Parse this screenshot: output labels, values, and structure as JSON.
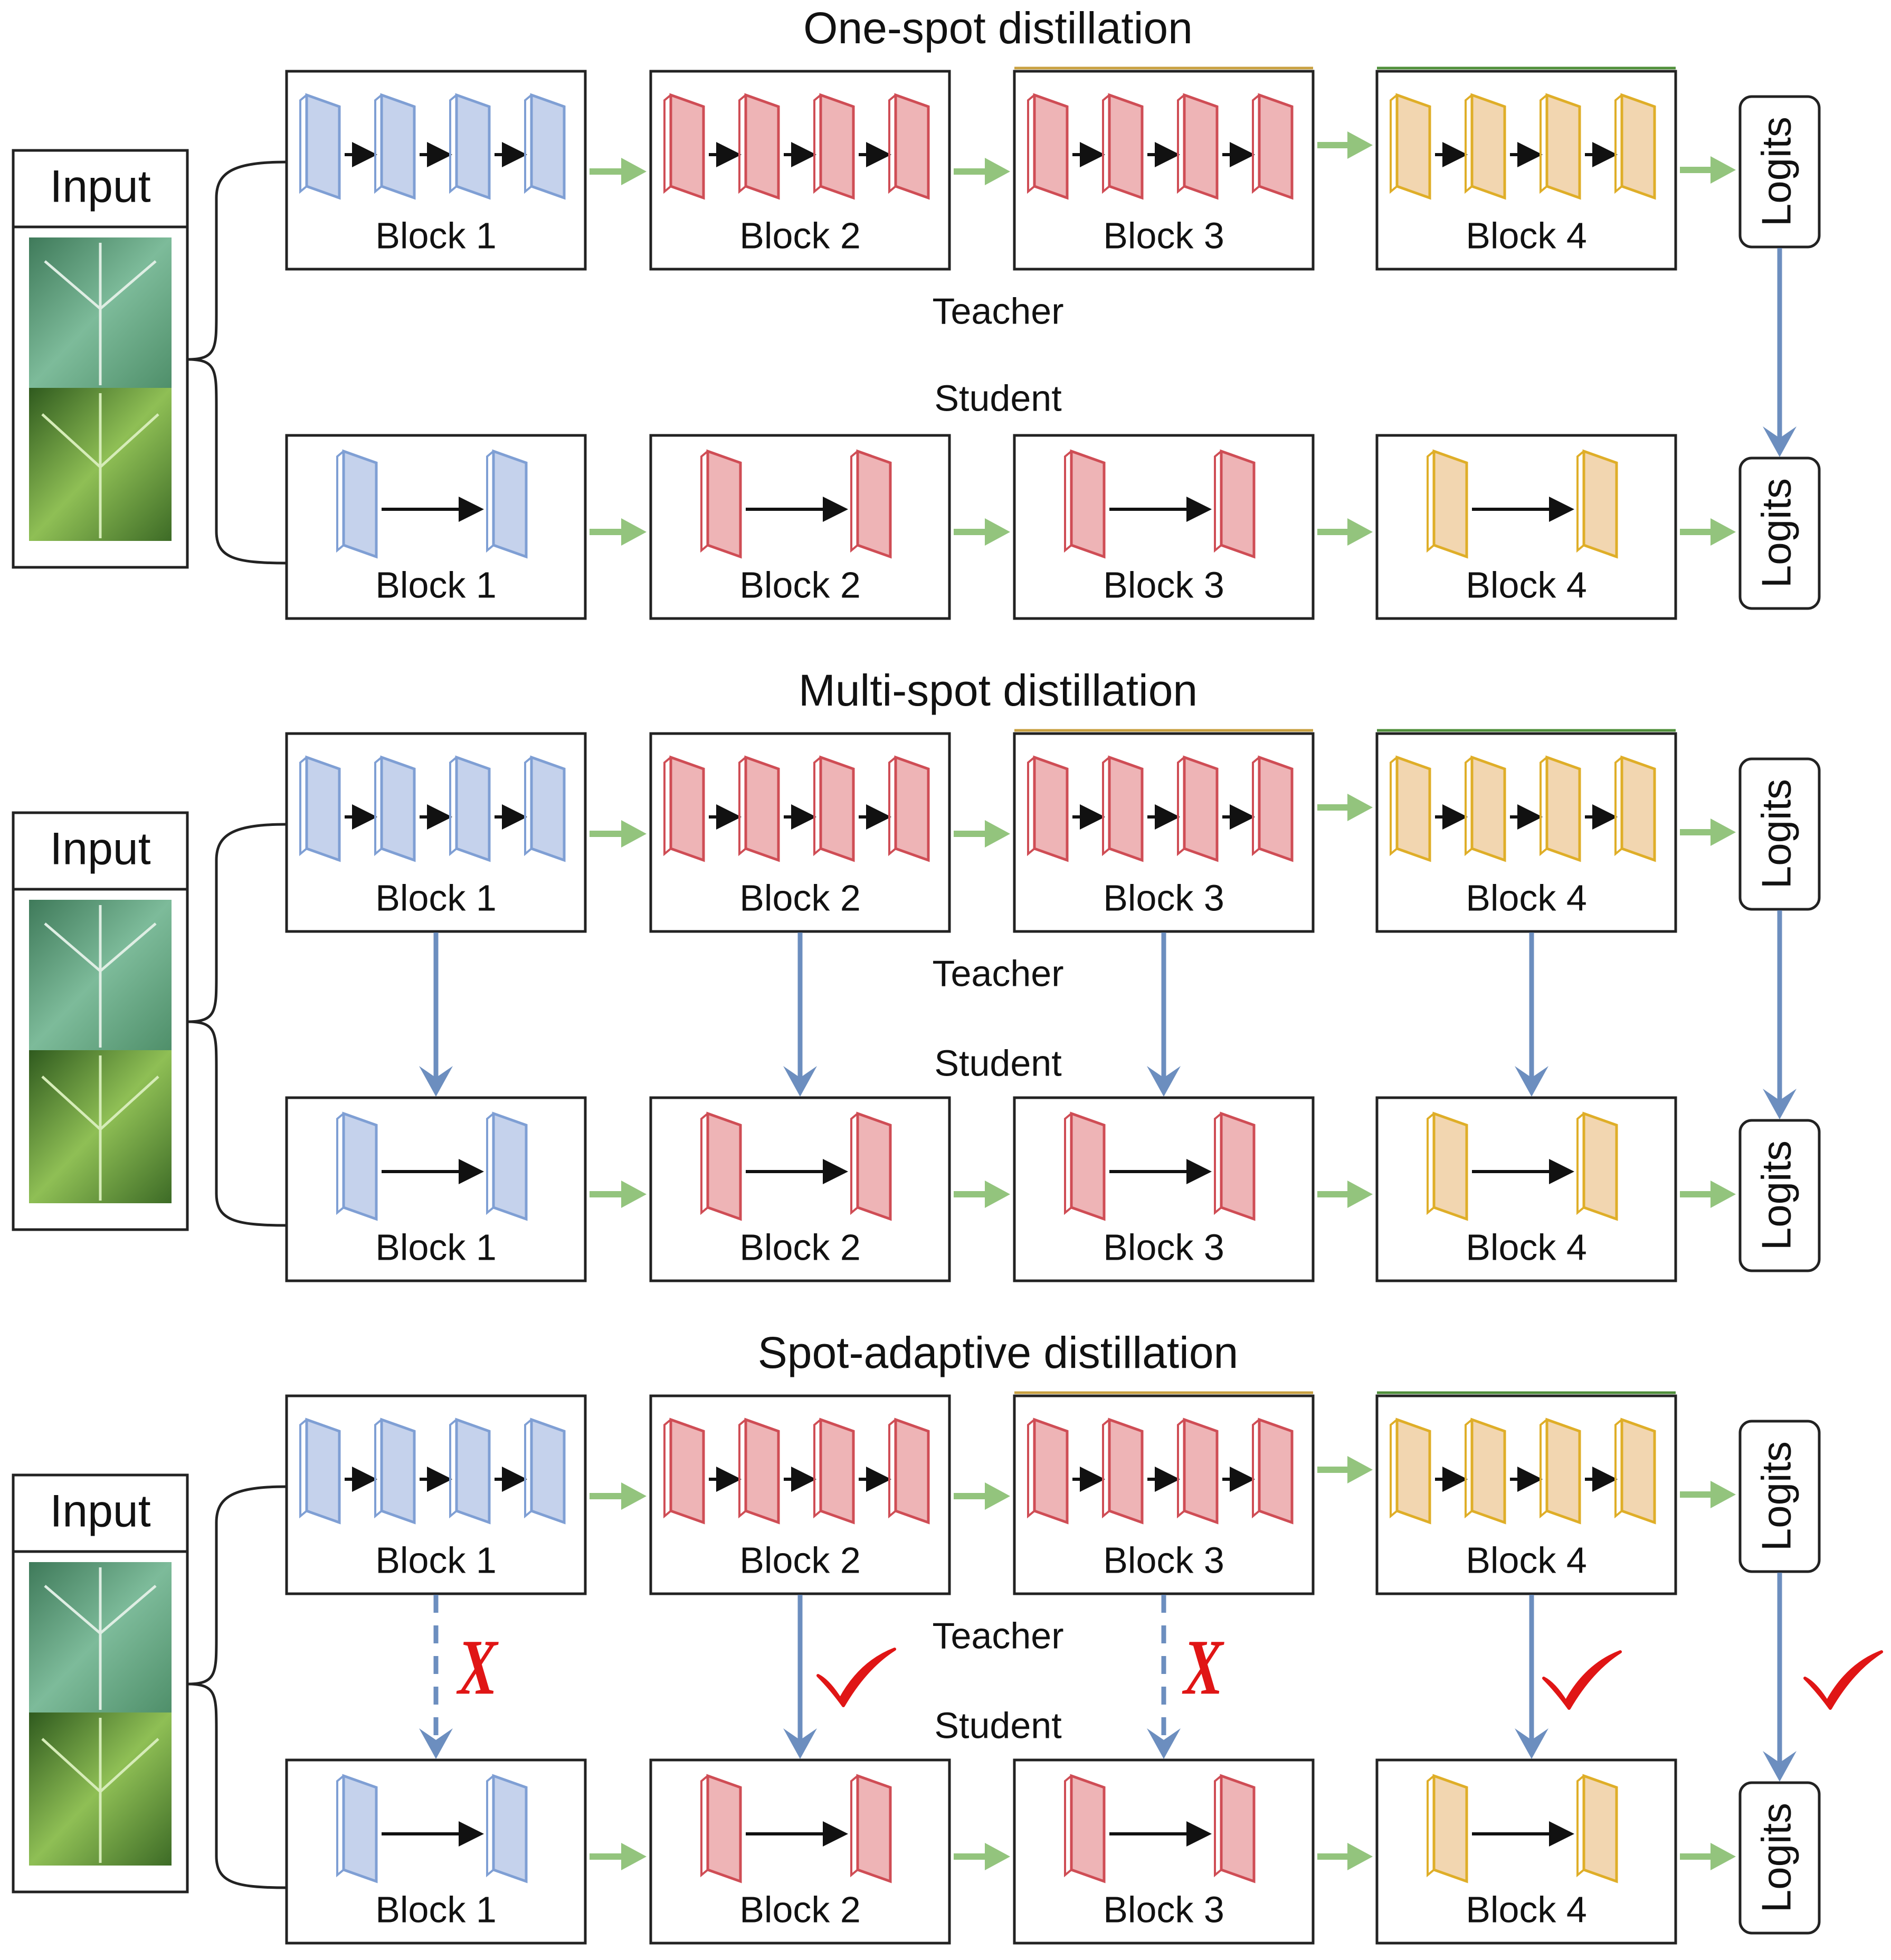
{
  "colors": {
    "blue_fill": "#c5d2ec",
    "blue_stroke": "#7f9fd4",
    "red_fill": "#eeb4b6",
    "red_stroke": "#cf4d55",
    "yellow_fill": "#f2d6b0",
    "yellow_stroke": "#dfae28",
    "green_arrow": "#93c47d",
    "blue_arrow": "#6c8ebf",
    "mark_red": "#e01515",
    "box_stroke": "#222222"
  },
  "labels": {
    "input": "Input",
    "teacher": "Teacher",
    "student": "Student",
    "logits": "Logits",
    "blocks": [
      "Block 1",
      "Block 2",
      "Block 3",
      "Block 4"
    ],
    "cross_mark": "X"
  },
  "panels": [
    {
      "title": "One-spot distillation",
      "connections": [],
      "logits_connection": "solid"
    },
    {
      "title": "Multi-spot distillation",
      "connections": [
        "solid",
        "solid",
        "solid",
        "solid"
      ],
      "logits_connection": "solid"
    },
    {
      "title": "Spot-adaptive distillation",
      "connections": [
        "dashed",
        "solid",
        "dashed",
        "solid"
      ],
      "decisions": [
        "cross",
        "check",
        "cross",
        "check",
        "check"
      ],
      "logits_connection": "solid"
    }
  ]
}
